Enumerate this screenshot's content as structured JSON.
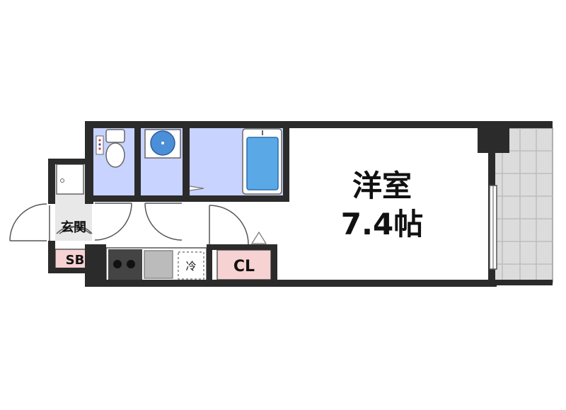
{
  "floorplan": {
    "room": {
      "type_label": "洋室",
      "size_label": "7.4帖"
    },
    "labels": {
      "entrance": "玄関",
      "shoe_box": "SB",
      "closet": "CL",
      "fridge": "冷"
    },
    "colors": {
      "wall": "#2b2b2b",
      "wet_area": "#c9d3ff",
      "bathtub": "#5aa8e6",
      "closet_fill": "#f6d2d2",
      "balcony": "#dcdcdc",
      "entrance_floor": "#e8e8e8"
    },
    "icons": [
      "toilet-icon",
      "washbasin-icon",
      "bathtub-icon",
      "stove-icon",
      "sink-icon",
      "washing-pan-icon"
    ]
  }
}
